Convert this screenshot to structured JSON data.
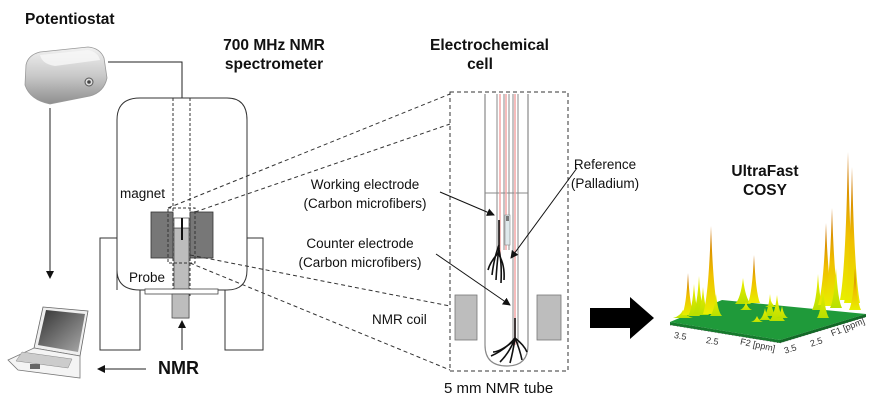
{
  "figure": {
    "potentiostat": {
      "label": "Potentiostat"
    },
    "spectrometer": {
      "title_line1": "700 MHz NMR",
      "title_line2": "spectrometer",
      "magnet_label": "magnet",
      "probe_label": "Probe",
      "nmr_label": "NMR"
    },
    "cell": {
      "title_line1": "Electrochemical",
      "title_line2": "cell",
      "working_electrode_line1": "Working electrode",
      "working_electrode_line2": "(Carbon microfibers)",
      "counter_electrode_line1": "Counter electrode",
      "counter_electrode_line2": "(Carbon microfibers)",
      "reference_line1": "Reference",
      "reference_line2": "(Palladium)",
      "coil_label": "NMR coil",
      "tube_label": "5 mm NMR tube"
    },
    "cosy": {
      "title_line1": "UltraFast",
      "title_line2": "COSY",
      "f2_ticks": [
        "3.5",
        "2.5"
      ],
      "f2_label": "F2 [ppm]",
      "f1_ticks": [
        "3.5",
        "2.5"
      ],
      "f1_label": "F1 [ppm]"
    },
    "colors": {
      "line": "#222222",
      "magnet_gray": "#777777",
      "probe_gray": "#bdbdbd",
      "wire_red": "#f4a6a6",
      "plane_green": "#1f9a3a",
      "peak_yellow": "#e6e600",
      "peak_orange": "#d98200"
    }
  }
}
